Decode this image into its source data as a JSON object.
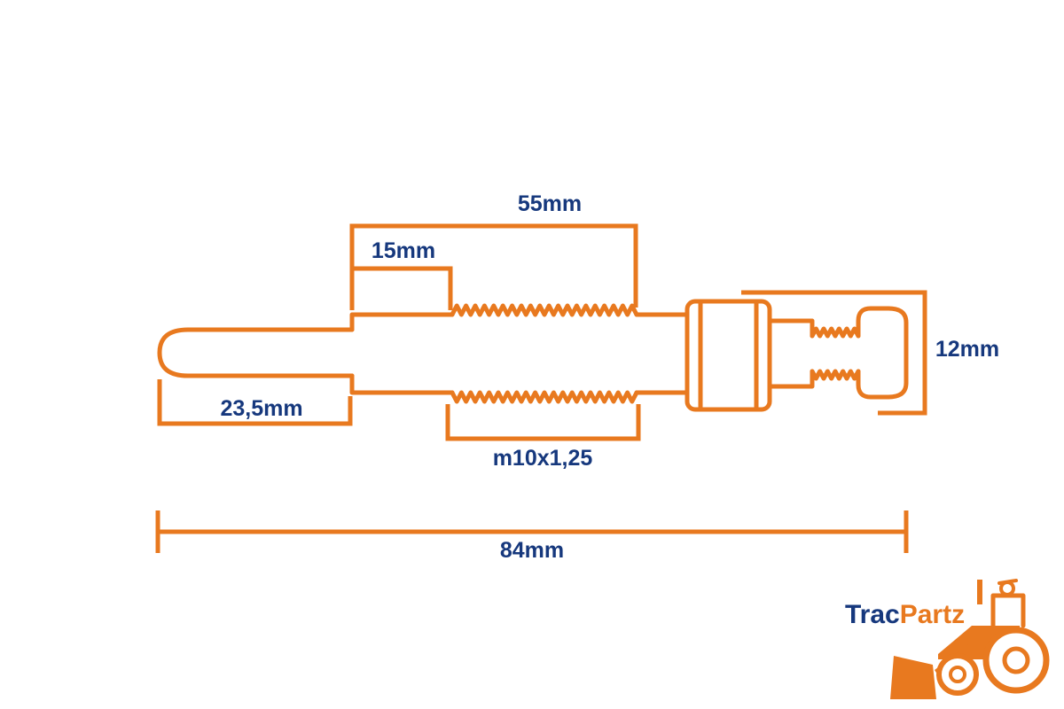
{
  "page": {
    "background": "#ffffff"
  },
  "colors": {
    "accent_orange": "#E8791F",
    "label_navy": "#16387D"
  },
  "diagram": {
    "part": "glow-plug",
    "dimensions": {
      "body_with_thread_length": "55mm",
      "collar_length": "15mm",
      "tip_length": "23,5mm",
      "thread_spec": "m10x1,25",
      "hex_size": "12mm",
      "overall_length": "84mm"
    }
  },
  "logo": {
    "part1": "Trac",
    "part2": "Partz"
  }
}
